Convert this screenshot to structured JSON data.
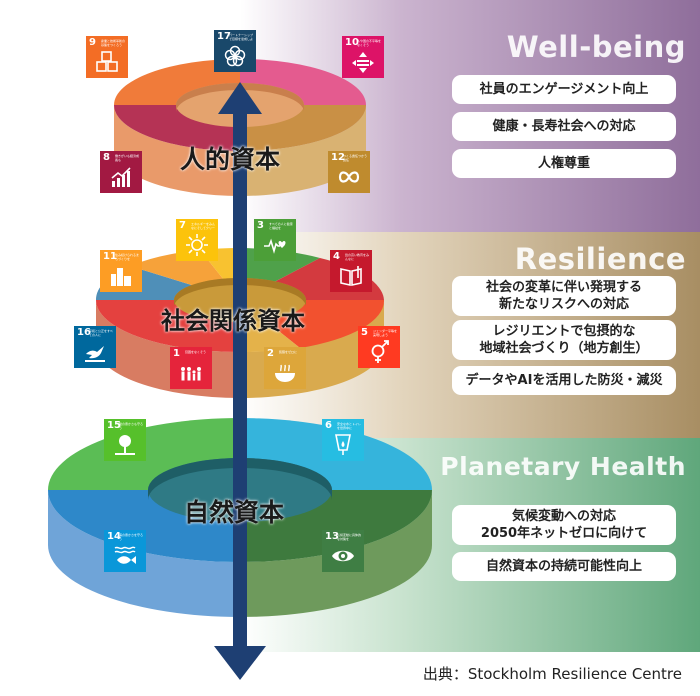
{
  "bands": {
    "wellbeing": {
      "title": "Well-being",
      "items": [
        [
          "社員のエンゲージメント向上"
        ],
        [
          "健康・長寿社会への対応"
        ],
        [
          "人権尊重"
        ]
      ]
    },
    "resilience": {
      "title": "Resilience",
      "items": [
        [
          "社会の変革に伴い発現する",
          "新たなリスクへの対応"
        ],
        [
          "レジリエントで包摂的な",
          "地域社会づくり（地方創生）"
        ],
        [
          "データやAIを活用した防災・減災"
        ]
      ]
    },
    "planetary": {
      "title": "Planetary Health",
      "items": [
        [
          "気候変動への対応",
          "2050年ネットゼロに向けて"
        ],
        [
          "自然資本の持続可能性向上"
        ]
      ]
    }
  },
  "layers": {
    "human": "人的資本",
    "social": "社会関係資本",
    "natural": "自然資本"
  },
  "sdg_icons": [
    {
      "n": "9",
      "text": "産業と技術革新の基盤をつくろう",
      "color": "#f36d25",
      "icon": "cubes-icon"
    },
    {
      "n": "17",
      "text": "パートナーシップで目標を達成しよう",
      "color": "#19486a",
      "icon": "flower-icon"
    },
    {
      "n": "10",
      "text": "人や国の不平等をなくそう",
      "color": "#dd1367",
      "icon": "equality-icon"
    },
    {
      "n": "8",
      "text": "働きがいも経済成長も",
      "color": "#a21942",
      "icon": "growth-chart-icon"
    },
    {
      "n": "12",
      "text": "つくる責任つかう責任",
      "color": "#bf8b2e",
      "icon": "infinity-icon"
    },
    {
      "n": "7",
      "text": "エネルギーをみんなにそしてクリーンに",
      "color": "#fcc30b",
      "icon": "sun-icon"
    },
    {
      "n": "3",
      "text": "すべての人に健康と福祉を",
      "color": "#4c9f38",
      "icon": "heartbeat-icon"
    },
    {
      "n": "11",
      "text": "住み続けられるまちづくりを",
      "color": "#fd9d24",
      "icon": "buildings-icon"
    },
    {
      "n": "4",
      "text": "質の高い教育をみんなに",
      "color": "#c5192d",
      "icon": "book-icon"
    },
    {
      "n": "16",
      "text": "平和と公正をすべての人に",
      "color": "#00689d",
      "icon": "dove-icon"
    },
    {
      "n": "5",
      "text": "ジェンダー平等を実現しよう",
      "color": "#ff3a21",
      "icon": "gender-icon"
    },
    {
      "n": "1",
      "text": "貧困をなくそう",
      "color": "#e5243b",
      "icon": "family-icon"
    },
    {
      "n": "2",
      "text": "飢餓をゼロに",
      "color": "#dda63a",
      "icon": "bowl-icon"
    },
    {
      "n": "15",
      "text": "陸の豊かさも守ろう",
      "color": "#56c02b",
      "icon": "tree-icon"
    },
    {
      "n": "6",
      "text": "安全な水とトイレを世界中に",
      "color": "#26bde2",
      "icon": "water-icon"
    },
    {
      "n": "14",
      "text": "海の豊かさを守ろう",
      "color": "#0a97d9",
      "icon": "fish-icon"
    },
    {
      "n": "13",
      "text": "気候変動に具体的な対策を",
      "color": "#3f7e44",
      "icon": "eye-globe-icon"
    }
  ],
  "source": "出典：Stockholm Resilience Centre"
}
